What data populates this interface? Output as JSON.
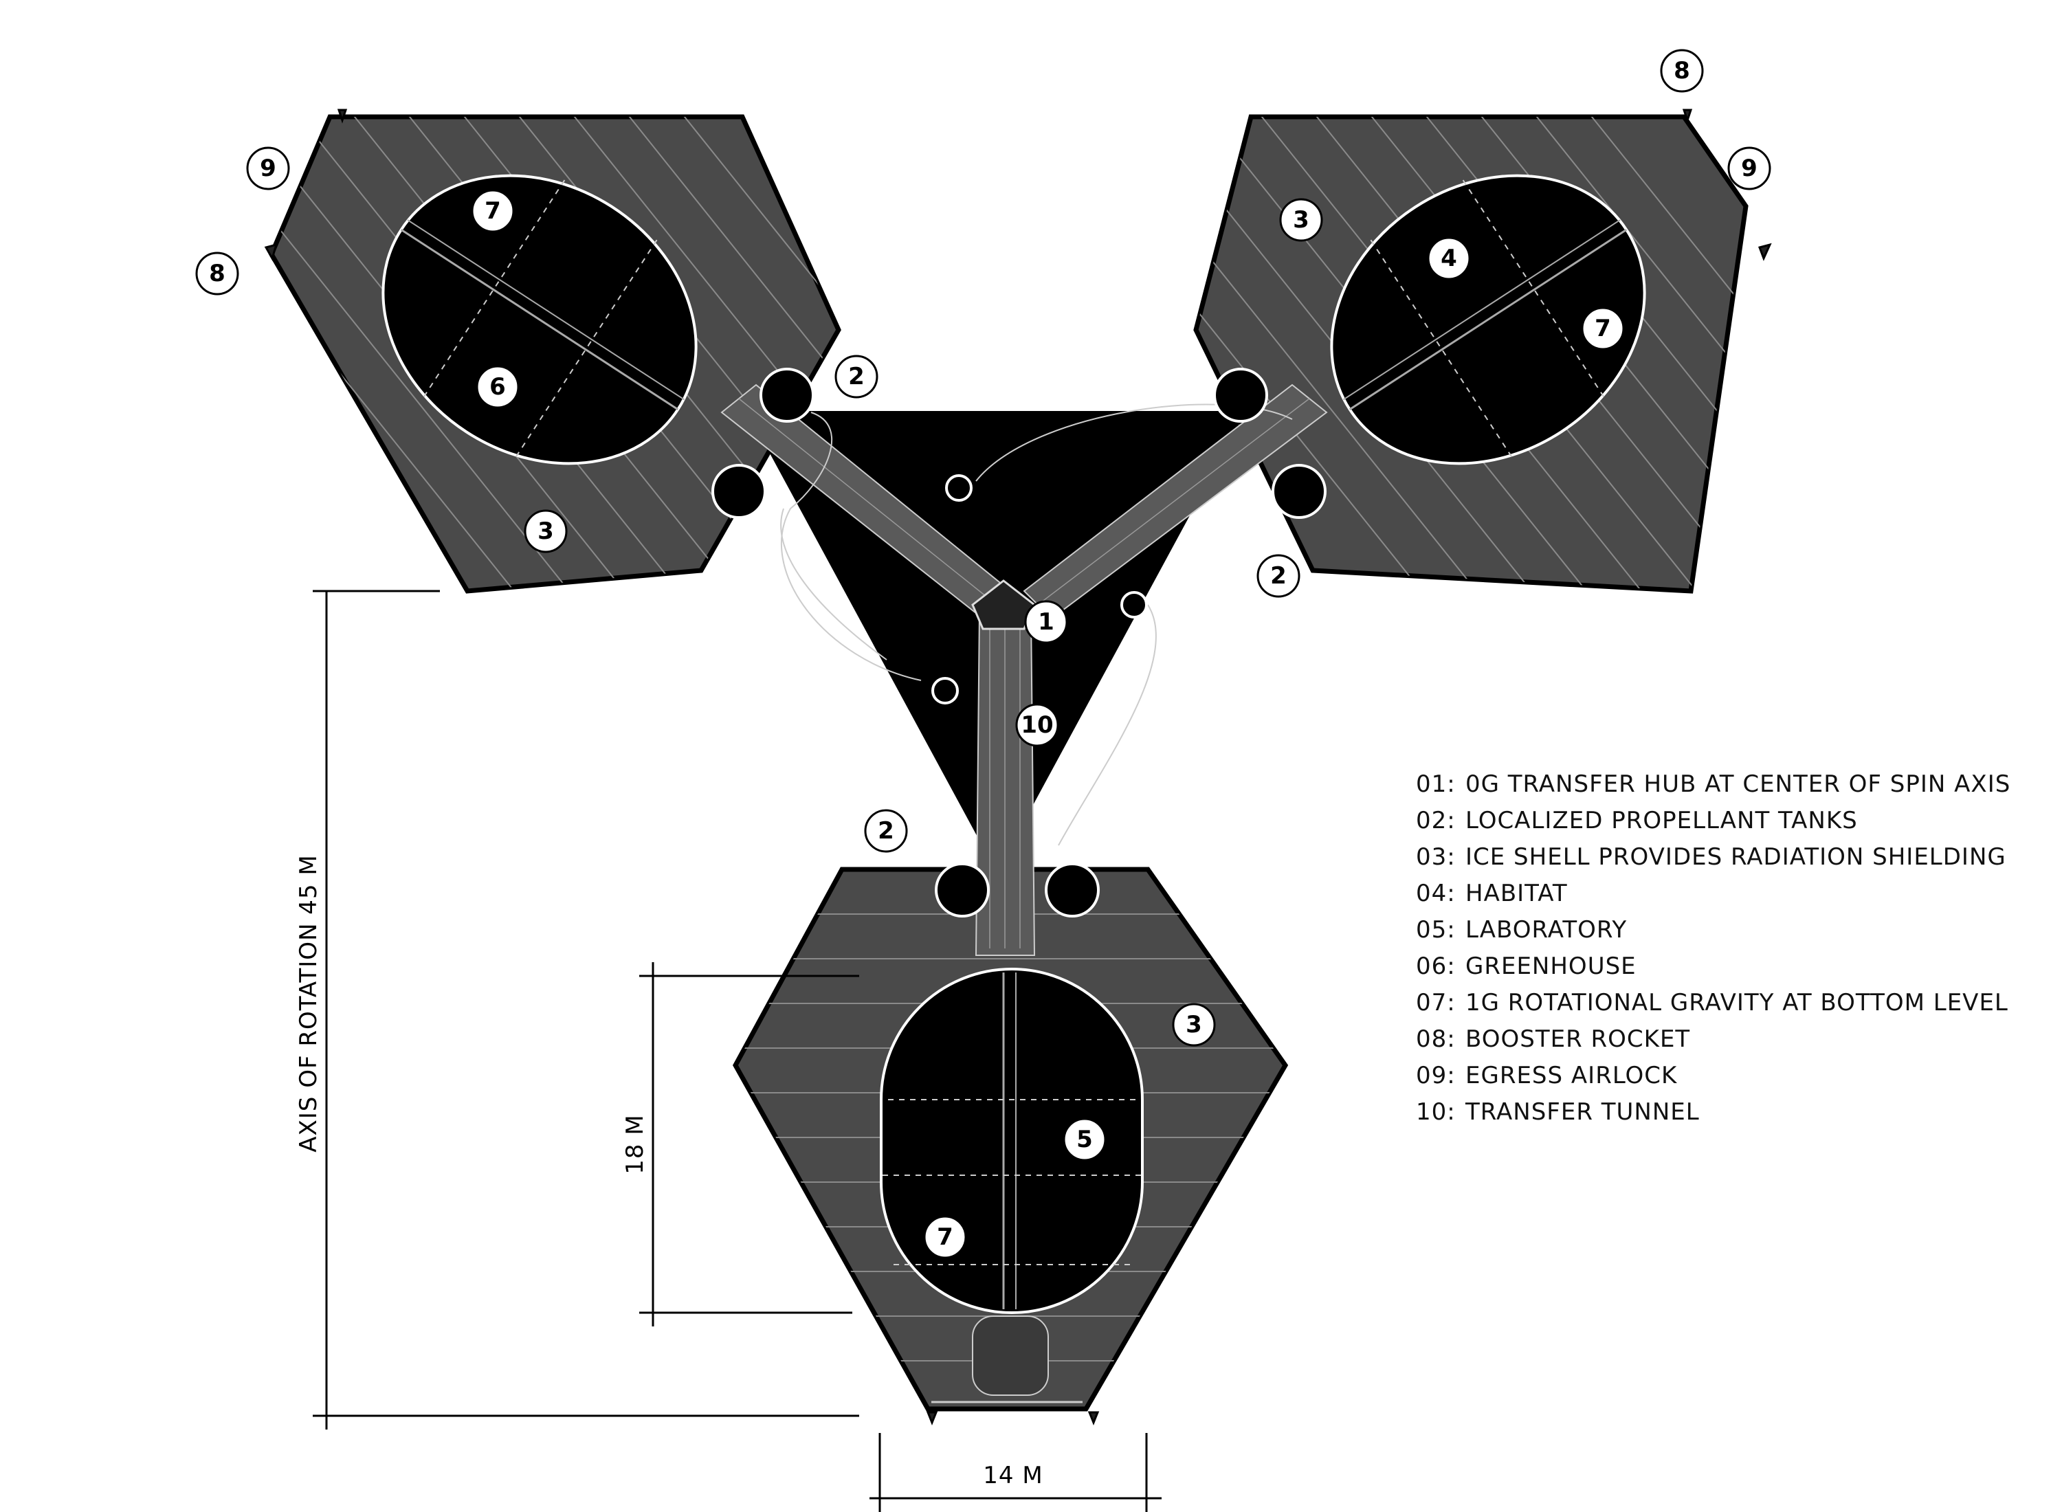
{
  "legend": [
    {
      "num": "01:",
      "text": "0G TRANSFER HUB AT CENTER OF SPIN AXIS"
    },
    {
      "num": "02:",
      "text": "LOCALIZED PROPELLANT TANKS"
    },
    {
      "num": "03:",
      "text": "ICE SHELL PROVIDES RADIATION SHIELDING"
    },
    {
      "num": "04:",
      "text": "HABITAT"
    },
    {
      "num": "05:",
      "text": "LABORATORY"
    },
    {
      "num": "06:",
      "text": "GREENHOUSE"
    },
    {
      "num": "07:",
      "text": "1G ROTATIONAL GRAVITY AT BOTTOM LEVEL"
    },
    {
      "num": "08:",
      "text": "BOOSTER ROCKET"
    },
    {
      "num": "09:",
      "text": "EGRESS AIRLOCK"
    },
    {
      "num": "10:",
      "text": "TRANSFER TUNNEL"
    }
  ],
  "dimensions": {
    "axis_of_rotation": "AXIS OF ROTATION  45 M",
    "height": "18 M",
    "width": "14 M"
  },
  "callouts": {
    "c1": "1",
    "c2a": "2",
    "c2b": "2",
    "c2c": "2",
    "c3a": "3",
    "c3b": "3",
    "c3c": "3",
    "c4": "4",
    "c5": "5",
    "c6": "6",
    "c7a": "7",
    "c7b": "7",
    "c7c": "7",
    "c8a": "8",
    "c8b": "8",
    "c9a": "9",
    "c9b": "9",
    "c10": "10"
  },
  "colors": {
    "shell": "#4a4a4a",
    "interior": "#000000",
    "outline": "#000000",
    "hatch": "#8a8a8a",
    "background": "#ffffff"
  }
}
